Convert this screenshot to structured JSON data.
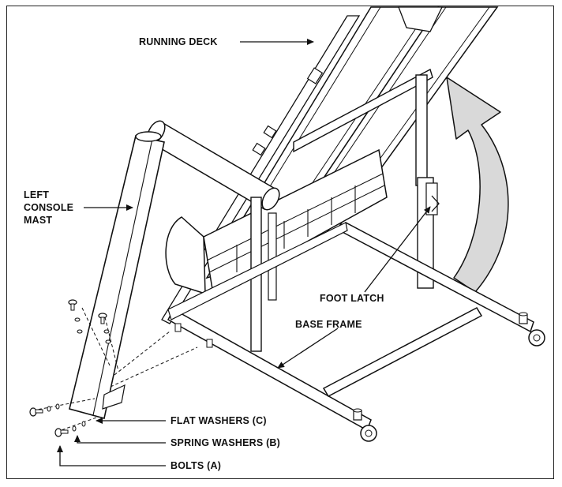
{
  "labels": {
    "running_deck": "RUNNING DECK",
    "left_console_mast": [
      "LEFT",
      "CONSOLE",
      "MAST"
    ],
    "foot_latch": "FOOT LATCH",
    "base_frame": "BASE FRAME",
    "flat_washers": "FLAT WASHERS (C)",
    "spring_washers": "SPRING WASHERS (B)",
    "bolts": "BOLTS (A)"
  },
  "colors": {
    "line": "#111111",
    "arrow_fill": "#d9d9d9",
    "part_fill": "#ffffff",
    "shade_fill": "#e6e6e6"
  }
}
